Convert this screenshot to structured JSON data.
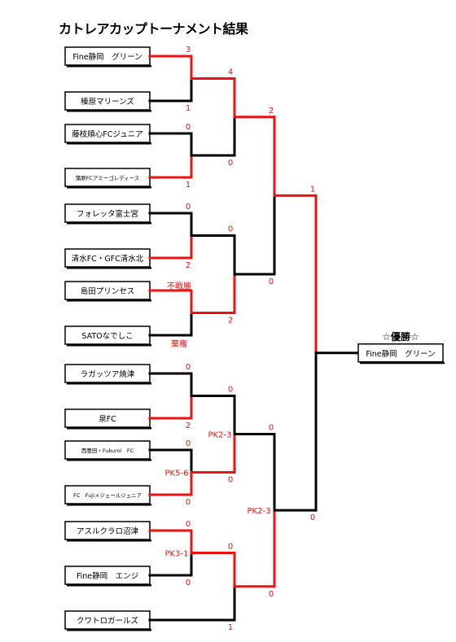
{
  "title": "カトレアカップトーナメント結果",
  "winner_heading": "☆優勝☆",
  "winner_name": "Fine静岡　グリーン",
  "colors": {
    "win": "#ee1111",
    "lose": "#000000",
    "text_red": "#ee1111"
  },
  "teams": [
    "Fine静岡　グリーン",
    "榛原マリーンズ",
    "藤枝順心FCジュニア",
    "蒲原FCアミーゴレディース",
    "フォレッタ富士宮",
    "清水FC・GFC清水北",
    "島田プリンセス",
    "SATOなでしこ",
    "ラガッツア焼津",
    "泉FC",
    "西豊田・Fukuroi　FC",
    "FC　Fujiメジェールジュニア",
    "アスルクラロ沼津",
    "Fine静岡　エンジ",
    "クワトロガールズ"
  ],
  "round1_scores": [
    {
      "top": "3",
      "bottom": "1"
    },
    {
      "top": "0",
      "bottom": "1"
    },
    {
      "top": "0",
      "bottom": "2"
    },
    {
      "top": "不戦勝",
      "bottom": "棄権"
    },
    {
      "top": "0",
      "bottom": "2"
    },
    {
      "top": "0",
      "bottom": "0",
      "pk": "PK5-6"
    },
    {
      "top": "0",
      "bottom": "0",
      "pk": "PK3-1"
    }
  ],
  "round2_scores": [
    {
      "top": "4",
      "bottom": "0"
    },
    {
      "top": "0",
      "bottom": "2"
    },
    {
      "top": "0",
      "bottom": "0",
      "pk": "PK2-3"
    },
    {
      "top": "0",
      "bottom": "1"
    }
  ],
  "round3_scores": [
    {
      "top": "2",
      "bottom": "0"
    },
    {
      "top": "0",
      "bottom": "0",
      "pk": "PK2-3"
    }
  ],
  "final_scores": {
    "top": "1",
    "bottom": "0"
  }
}
